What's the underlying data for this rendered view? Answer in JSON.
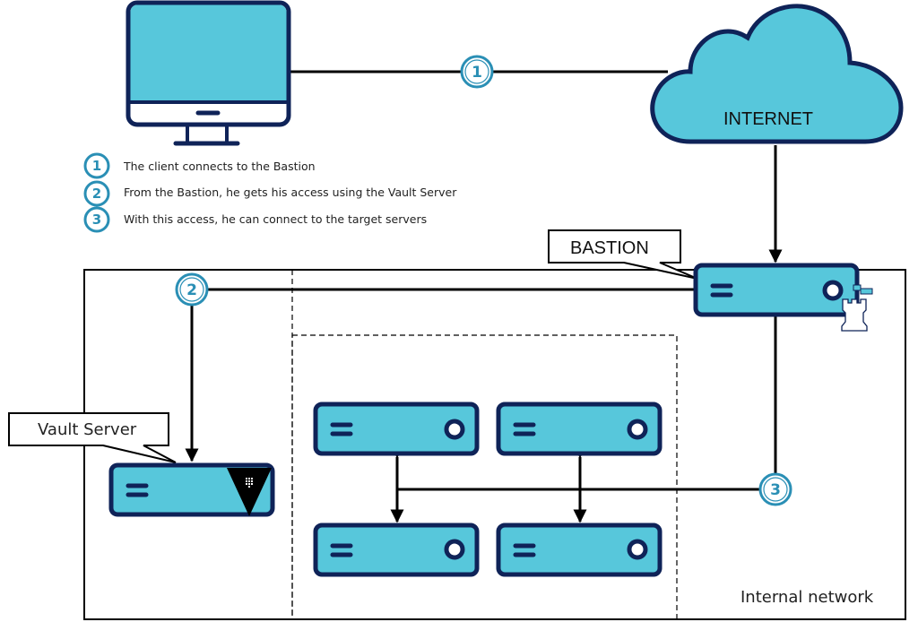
{
  "colors": {
    "device_fill": "#57c7db",
    "device_outline": "#0f2358",
    "step_ring": "#2a8fb5",
    "line": "#000000"
  },
  "legend": [
    {
      "step": "1",
      "text": "The client connects to the Bastion"
    },
    {
      "step": "2",
      "text": "From the Bastion, he gets his access using the Vault Server"
    },
    {
      "step": "3",
      "text": "With this access, he can connect to the target servers"
    }
  ],
  "nodes": {
    "client": {
      "icon": "monitor-icon"
    },
    "internet": {
      "label": "INTERNET",
      "icon": "cloud-icon"
    },
    "bastion": {
      "label": "BASTION",
      "icon": "server-icon",
      "badge_icon": "chess-rook-icon"
    },
    "vault": {
      "label": "Vault Server",
      "icon": "server-icon",
      "badge_icon": "vault-logo-icon"
    },
    "targets": [
      {
        "icon": "server-icon"
      },
      {
        "icon": "server-icon"
      },
      {
        "icon": "server-icon"
      },
      {
        "icon": "server-icon"
      }
    ]
  },
  "steps": {
    "one": "1",
    "two": "2",
    "three": "3"
  },
  "zones": {
    "internal_network": "Internal network"
  }
}
